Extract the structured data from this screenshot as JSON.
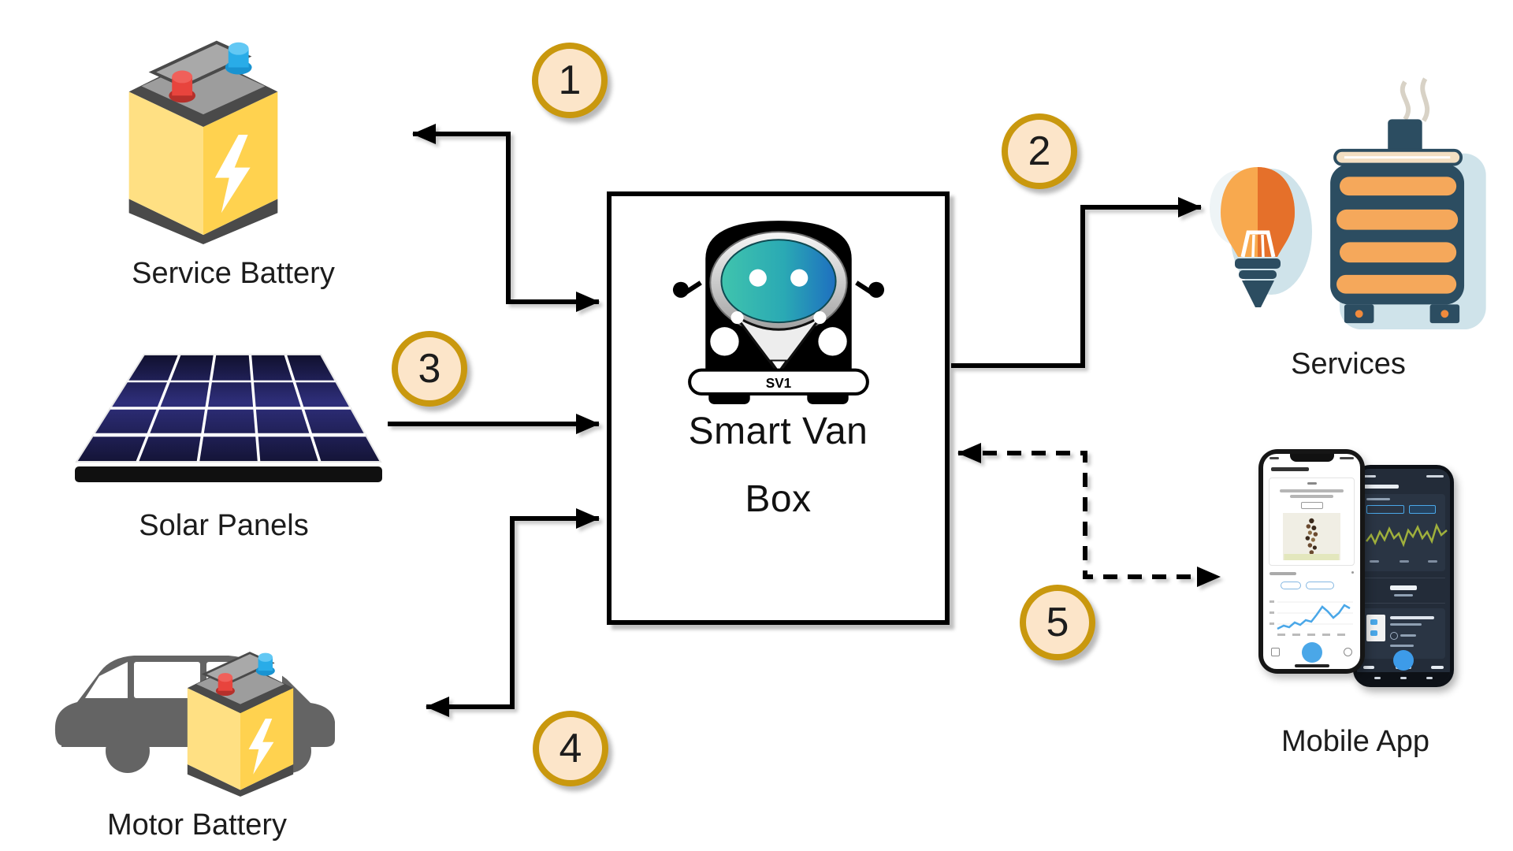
{
  "colors": {
    "background": "#FFFFFF",
    "line": "#000000",
    "badge_fill": "#FCE5C9",
    "badge_border": "#C9980E",
    "battery_yellow": "#FFD24F",
    "battery_yellow_light": "#FFE083",
    "battery_gray": "#9D9D9D",
    "battery_dark": "#4A4A4A",
    "terminal_red": "#E8443D",
    "terminal_blue": "#29ACE8",
    "solar_navy": "#1B1B4E",
    "van_gray": "#646464",
    "face_teal": "#40C4AD",
    "face_blue": "#1E6FC0",
    "services_orange": "#F8A94E",
    "services_orange_dark": "#E5702A",
    "services_slate": "#2C4D61",
    "services_slat_orange": "#F5A85B",
    "icon_glow": "#CFE3EA",
    "app_blue": "#4AA7E8",
    "chart_green": "#9FB03C"
  },
  "box": {
    "title_line1": "Smart Van",
    "title_line2": "Box",
    "license_plate": "SV1"
  },
  "nodes": {
    "service_battery": {
      "label": "Service Battery"
    },
    "solar_panels": {
      "label": "Solar Panels"
    },
    "motor_battery": {
      "label": "Motor Battery"
    },
    "services": {
      "label": "Services"
    },
    "mobile_app": {
      "label": "Mobile App"
    }
  },
  "badges": [
    "1",
    "2",
    "3",
    "4",
    "5"
  ],
  "connections": [
    {
      "badge": "1",
      "from": "smart-van-box",
      "to": "service-battery",
      "style": "solid",
      "direction": "bidirectional"
    },
    {
      "badge": "2",
      "from": "smart-van-box",
      "to": "services",
      "style": "solid",
      "direction": "one-way"
    },
    {
      "badge": "3",
      "from": "solar-panels",
      "to": "smart-van-box",
      "style": "solid",
      "direction": "one-way"
    },
    {
      "badge": "4",
      "from": "smart-van-box",
      "to": "motor-battery",
      "style": "solid",
      "direction": "bidirectional"
    },
    {
      "badge": "5",
      "from": "smart-van-box",
      "to": "mobile-app",
      "style": "dashed",
      "direction": "bidirectional"
    }
  ]
}
